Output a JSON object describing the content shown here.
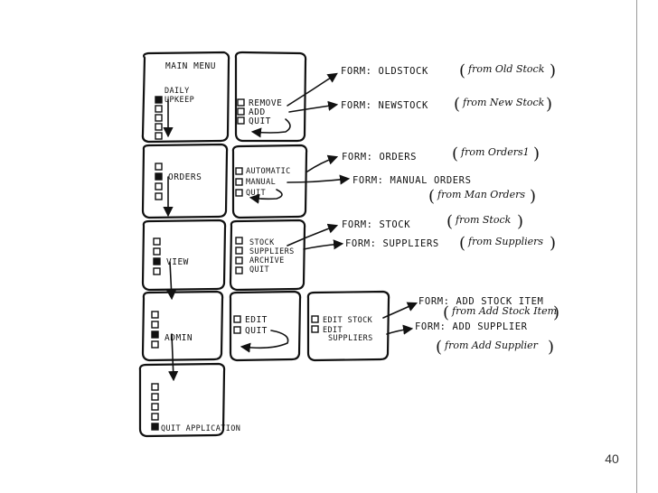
{
  "colors": {
    "ink": "#111111",
    "paper": "#ffffff",
    "frame": "#999999"
  },
  "page_number": "40",
  "screens": {
    "main_menu": {
      "title": "MAIN MENU",
      "label": "DAILY UPKEEP",
      "label_l1": "DAILY",
      "label_l2": "UPKEEP"
    },
    "upkeep": {
      "items": [
        "REMOVE",
        "ADD",
        "QUIT"
      ]
    },
    "orders": {
      "label": "ORDERS"
    },
    "orders_sub": {
      "items": [
        "AUTOMATIC",
        "MANUAL",
        "QUIT"
      ]
    },
    "view": {
      "label": "VIEW"
    },
    "view_sub": {
      "items": [
        "STOCK",
        "SUPPLIERS",
        "ARCHIVE",
        "QUIT"
      ]
    },
    "admin": {
      "label": "ADMIN"
    },
    "admin_sub": {
      "items": [
        "EDIT",
        "QUIT"
      ]
    },
    "edit_sub": {
      "items": [
        "EDIT STOCK",
        "EDIT SUPPLIERS"
      ],
      "item2_l1": "EDIT",
      "item2_l2": "SUPPLIERS"
    },
    "quit": {
      "label": "QUIT APPLICATION"
    }
  },
  "forms": [
    {
      "label": "FORM: OLDSTOCK",
      "source": "from Old Stock"
    },
    {
      "label": "FORM: NEWSTOCK",
      "source": "from New Stock"
    },
    {
      "label": "FORM: ORDERS",
      "source": "from Orders1"
    },
    {
      "label": "FORM: MANUAL ORDERS",
      "source": "from Man Orders"
    },
    {
      "label": "FORM: STOCK",
      "source": "from Stock"
    },
    {
      "label": "FORM: SUPPLIERS",
      "source": "from Suppliers"
    },
    {
      "label": "FORM: ADD STOCK ITEM",
      "source": "from Add Stock Item"
    },
    {
      "label": "FORM: ADD SUPPLIER",
      "source": "from Add Supplier"
    }
  ]
}
